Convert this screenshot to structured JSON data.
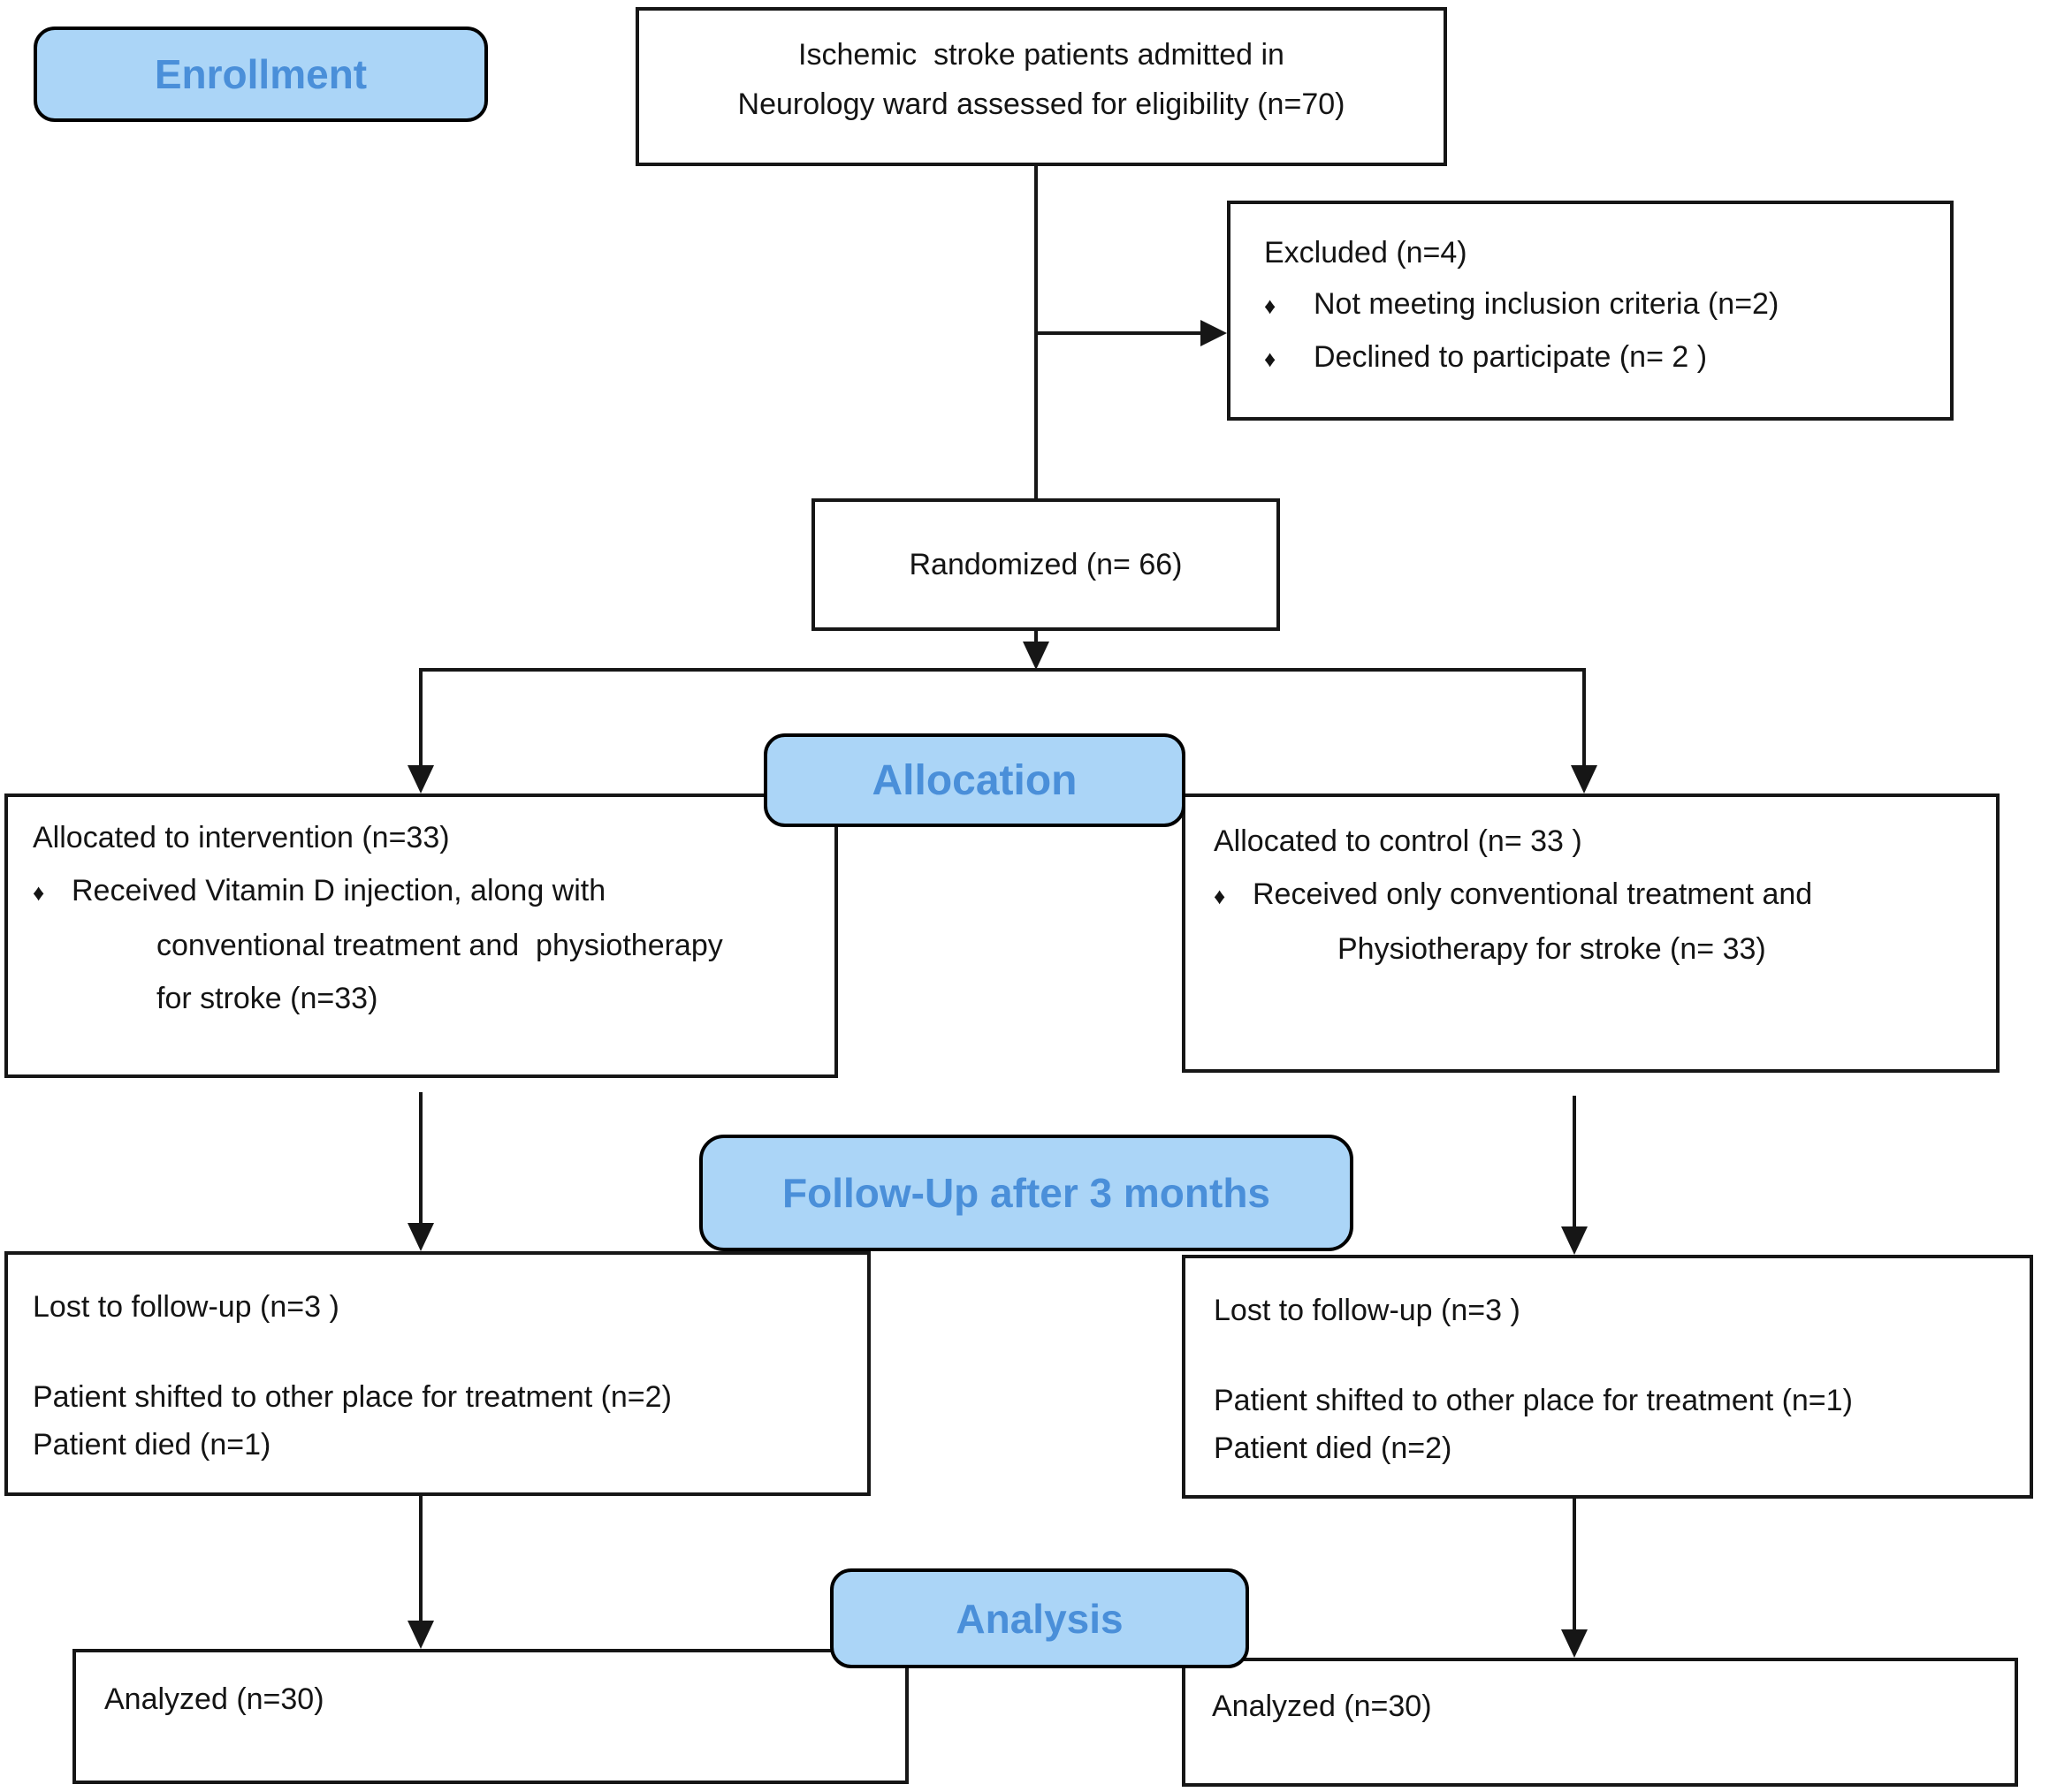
{
  "colors": {
    "badge_fill": "#abd5f7",
    "badge_border": "#000000",
    "badge_text": "#4a8fd9",
    "line_color": "#161616",
    "box_background": "#ffffff"
  },
  "glyphs": {
    "bullet": "♦"
  },
  "badges": {
    "enrollment": "Enrollment",
    "allocation": "Allocation",
    "followup": "Follow-Up after 3 months",
    "analysis": "Analysis"
  },
  "eligibility": {
    "line1": "Ischemic  stroke patients admitted in",
    "line2": "Neurology ward assessed for eligibility (n=70)"
  },
  "excluded": {
    "title": "Excluded (n=4)",
    "bullet1": "Not meeting inclusion criteria (n=2)",
    "bullet2": "Declined to participate (n= 2 )"
  },
  "randomized": {
    "text": "Randomized (n= 66)"
  },
  "alloc_left": {
    "title": "Allocated to intervention (n=33)",
    "bullet": "Received Vitamin D injection, along with",
    "cont1": "conventional treatment and  physiotherapy",
    "cont2": "for stroke (n=33)"
  },
  "alloc_right": {
    "title": "Allocated to control (n= 33 )",
    "bullet": "Received only conventional treatment and",
    "cont1": "Physiotherapy for stroke (n= 33)"
  },
  "followup_left": {
    "line1": "Lost to follow-up (n=3 )",
    "line2": "Patient shifted to other place for treatment (n=2)",
    "line3": "Patient died (n=1)"
  },
  "followup_right": {
    "line1": "Lost to follow-up (n=3 )",
    "line2": "Patient shifted to other place for treatment (n=1)",
    "line3": "Patient died (n=2)"
  },
  "analysis_left": {
    "text": "Analyzed (n=30)"
  },
  "analysis_right": {
    "text": "Analyzed (n=30)"
  }
}
